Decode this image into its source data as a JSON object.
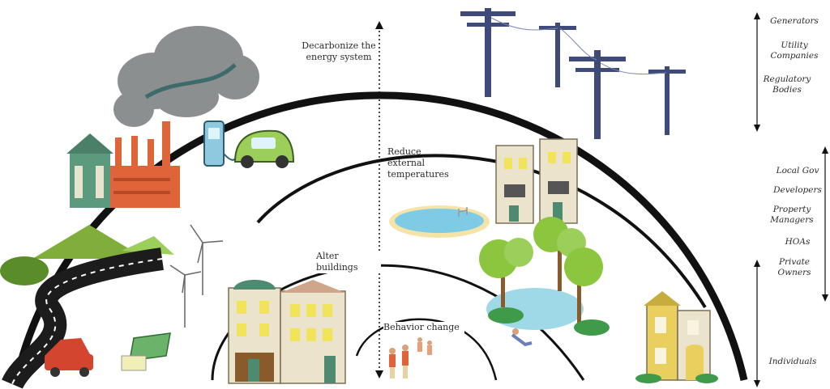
{
  "levels": [
    {
      "label": "Decarbonize the energy system"
    },
    {
      "label": "Reduce external temperatures"
    },
    {
      "label": "Alter buildings"
    },
    {
      "label": "Behavior change"
    }
  ],
  "stakeholders": [
    {
      "label": "Generators"
    },
    {
      "label": "Utility Companies"
    },
    {
      "label": "Regulatory Bodies"
    },
    {
      "label": "Local Gov"
    },
    {
      "label": "Developers"
    },
    {
      "label": "Property Managers"
    },
    {
      "label": "HOAs"
    },
    {
      "label": "Private Owners"
    },
    {
      "label": "Individuals"
    }
  ],
  "colors": {
    "arc": "#111111",
    "smoke": "#8c8f90",
    "factory": "#e0643a",
    "building_green": "#5b9a7d",
    "hill": "#7fae3a",
    "road": "#1c1c1c",
    "pool": "#7ecbe6",
    "tree": "#8cc63f",
    "pole": "#3d4a7a",
    "car": "#9ccf5a"
  }
}
